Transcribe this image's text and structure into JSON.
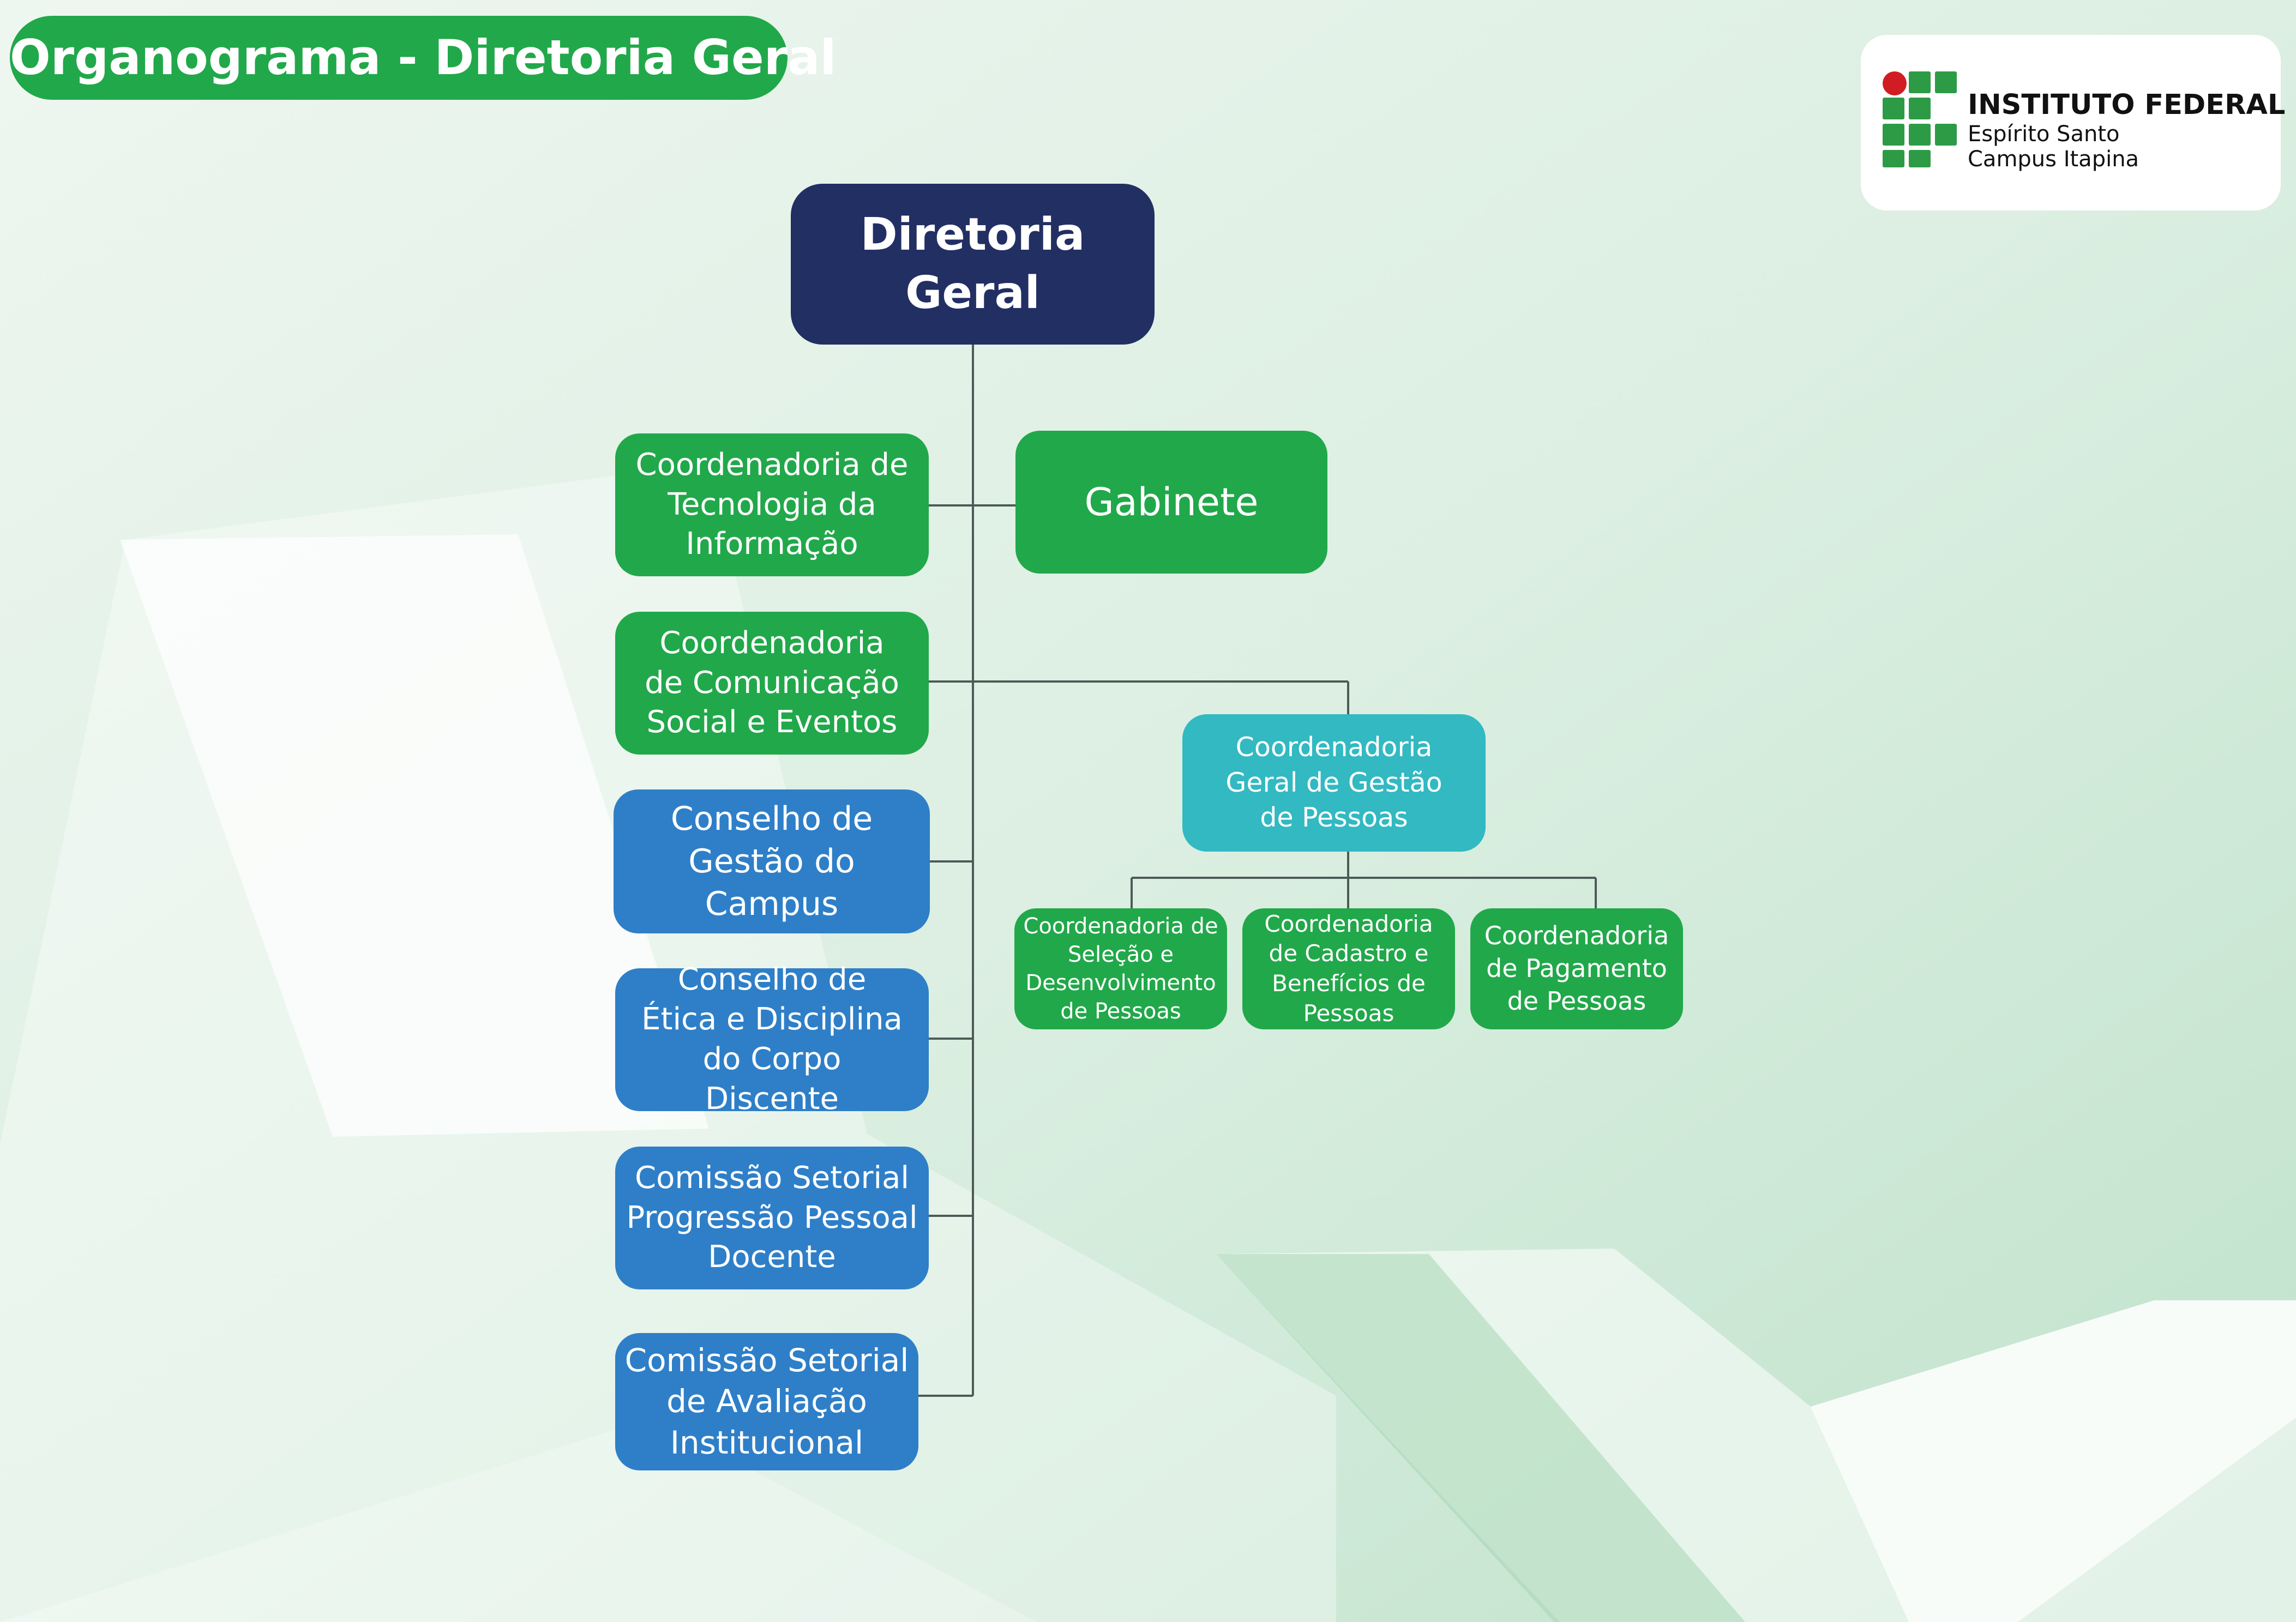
{
  "header": {
    "title": "Organograma - Diretoria Geral"
  },
  "logo": {
    "line1": "INSTITUTO FEDERAL",
    "line2": "Espírito Santo",
    "line3": "Campus Itapina",
    "colors": {
      "green": "#2d9b46",
      "red": "#d11c24"
    }
  },
  "org": {
    "root": "Diretoria Geral",
    "left_units": [
      "Coordenadoria de Tecnologia da Informação",
      "Coordenadoria de Comunicação Social e Eventos",
      "Conselho de Gestão do Campus",
      "Conselho de Ética e Disciplina do Corpo Discente",
      "Comissão Setorial Progressão Pessoal Docente",
      "Comissão Setorial de Avaliação Institucional"
    ],
    "gabinete": "Gabinete",
    "people_mgmt": {
      "label": "Coordenadoria Geral de Gestão de Pessoas",
      "children": [
        "Coordenadoria de Seleção e Desenvolvimento de Pessoas",
        "Coordenadoria de Cadastro e Benefícios de Pessoas",
        "Coordenadoria de Pagamento de Pessoas"
      ]
    }
  },
  "colors": {
    "green": "#21a84a",
    "blue": "#2e7fc8",
    "teal": "#32b9c2",
    "navy": "#222f63"
  }
}
